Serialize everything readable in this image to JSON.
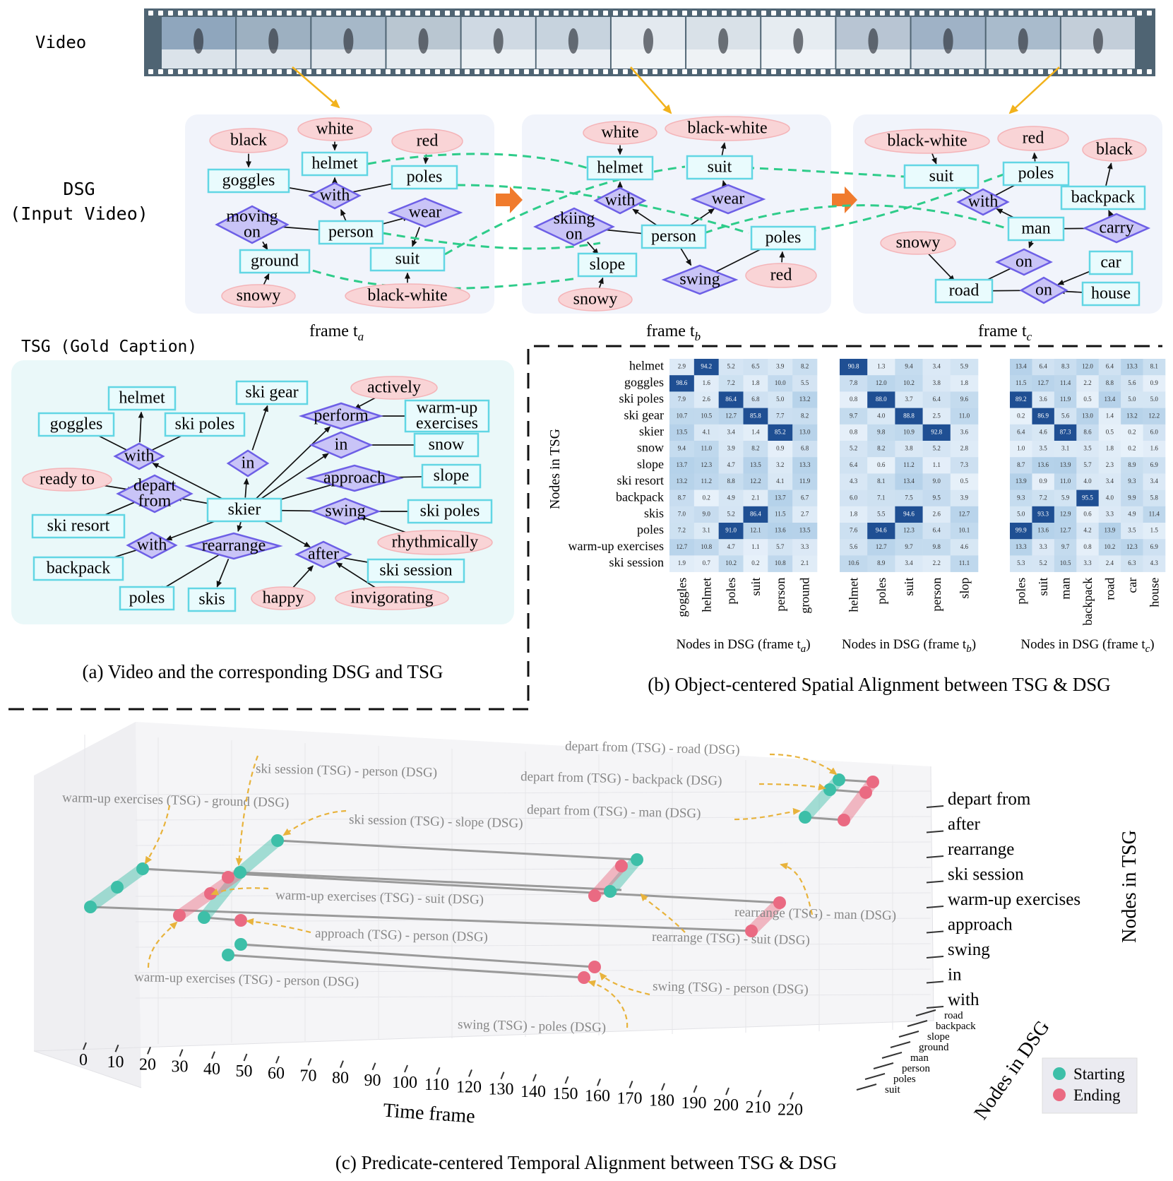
{
  "video_label": "Video",
  "dsg_label": "DSG\n(Input Video)",
  "tsg_label": "TSG (Gold Caption)",
  "frames": {
    "a": {
      "title": "frame t",
      "sub": "a",
      "nodes": [
        {
          "id": "black",
          "kind": "attr",
          "text": "black"
        },
        {
          "id": "white",
          "kind": "attr",
          "text": "white"
        },
        {
          "id": "red",
          "kind": "attr",
          "text": "red"
        },
        {
          "id": "helmet",
          "kind": "obj",
          "text": "helmet"
        },
        {
          "id": "goggles",
          "kind": "obj",
          "text": "goggles"
        },
        {
          "id": "poles",
          "kind": "obj",
          "text": "poles"
        },
        {
          "id": "with",
          "kind": "rel",
          "text": "with"
        },
        {
          "id": "movingon",
          "kind": "rel",
          "text": "moving\non"
        },
        {
          "id": "person",
          "kind": "obj",
          "text": "person"
        },
        {
          "id": "wear",
          "kind": "rel",
          "text": "wear"
        },
        {
          "id": "ground",
          "kind": "obj",
          "text": "ground"
        },
        {
          "id": "suit",
          "kind": "obj",
          "text": "suit"
        },
        {
          "id": "snowy",
          "kind": "attr",
          "text": "snowy"
        },
        {
          "id": "blackwhite",
          "kind": "attr",
          "text": "black-white"
        }
      ]
    },
    "b": {
      "title": "frame t",
      "sub": "b",
      "nodes": [
        {
          "id": "white",
          "kind": "attr",
          "text": "white"
        },
        {
          "id": "blackwhite",
          "kind": "attr",
          "text": "black-white"
        },
        {
          "id": "helmet",
          "kind": "obj",
          "text": "helmet"
        },
        {
          "id": "suit",
          "kind": "obj",
          "text": "suit"
        },
        {
          "id": "with",
          "kind": "rel",
          "text": "with"
        },
        {
          "id": "wear",
          "kind": "rel",
          "text": "wear"
        },
        {
          "id": "skiingon",
          "kind": "rel",
          "text": "skiing\non"
        },
        {
          "id": "person",
          "kind": "obj",
          "text": "person"
        },
        {
          "id": "poles",
          "kind": "obj",
          "text": "poles"
        },
        {
          "id": "slope",
          "kind": "obj",
          "text": "slope"
        },
        {
          "id": "swing",
          "kind": "rel",
          "text": "swing"
        },
        {
          "id": "red",
          "kind": "attr",
          "text": "red"
        },
        {
          "id": "snowy",
          "kind": "attr",
          "text": "snowy"
        }
      ]
    },
    "c": {
      "title": "frame t",
      "sub": "c",
      "nodes": [
        {
          "id": "blackwhite",
          "kind": "attr",
          "text": "black-white"
        },
        {
          "id": "red",
          "kind": "attr",
          "text": "red"
        },
        {
          "id": "black",
          "kind": "attr",
          "text": "black"
        },
        {
          "id": "suit",
          "kind": "obj",
          "text": "suit"
        },
        {
          "id": "poles",
          "kind": "obj",
          "text": "poles"
        },
        {
          "id": "backpack",
          "kind": "obj",
          "text": "backpack"
        },
        {
          "id": "with",
          "kind": "rel",
          "text": "with"
        },
        {
          "id": "man",
          "kind": "obj",
          "text": "man"
        },
        {
          "id": "carry",
          "kind": "rel",
          "text": "carry"
        },
        {
          "id": "snowy",
          "kind": "attr",
          "text": "snowy"
        },
        {
          "id": "on1",
          "kind": "rel",
          "text": "on"
        },
        {
          "id": "car",
          "kind": "obj",
          "text": "car"
        },
        {
          "id": "road",
          "kind": "obj",
          "text": "road"
        },
        {
          "id": "on2",
          "kind": "rel",
          "text": "on"
        },
        {
          "id": "house",
          "kind": "obj",
          "text": "house"
        }
      ]
    }
  },
  "tsg": {
    "nodes": [
      {
        "id": "helmet",
        "kind": "obj",
        "text": "helmet"
      },
      {
        "id": "skigear",
        "kind": "obj",
        "text": "ski gear"
      },
      {
        "id": "actively",
        "kind": "attr",
        "text": "actively"
      },
      {
        "id": "goggles",
        "kind": "obj",
        "text": "goggles"
      },
      {
        "id": "skipoles1",
        "kind": "obj",
        "text": "ski poles"
      },
      {
        "id": "perform",
        "kind": "rel",
        "text": "perform"
      },
      {
        "id": "warmup",
        "kind": "obj",
        "text": "warm-up\nexercises"
      },
      {
        "id": "with1",
        "kind": "rel",
        "text": "with"
      },
      {
        "id": "in",
        "kind": "rel",
        "text": "in"
      },
      {
        "id": "in2",
        "kind": "rel",
        "text": "in"
      },
      {
        "id": "snow",
        "kind": "obj",
        "text": "snow"
      },
      {
        "id": "readyto",
        "kind": "attr",
        "text": "ready to"
      },
      {
        "id": "departfrom",
        "kind": "rel",
        "text": "depart\nfrom"
      },
      {
        "id": "approach",
        "kind": "rel",
        "text": "approach"
      },
      {
        "id": "slope",
        "kind": "obj",
        "text": "slope"
      },
      {
        "id": "skiresort",
        "kind": "obj",
        "text": "ski resort"
      },
      {
        "id": "skier",
        "kind": "obj",
        "text": "skier"
      },
      {
        "id": "swing",
        "kind": "rel",
        "text": "swing"
      },
      {
        "id": "skipoles2",
        "kind": "obj",
        "text": "ski poles"
      },
      {
        "id": "with2",
        "kind": "rel",
        "text": "with"
      },
      {
        "id": "rearrange",
        "kind": "rel",
        "text": "rearrange"
      },
      {
        "id": "rhythmically",
        "kind": "attr",
        "text": "rhythmically"
      },
      {
        "id": "backpack",
        "kind": "obj",
        "text": "backpack"
      },
      {
        "id": "after",
        "kind": "rel",
        "text": "after"
      },
      {
        "id": "skisession",
        "kind": "obj",
        "text": "ski session"
      },
      {
        "id": "poles",
        "kind": "obj",
        "text": "poles"
      },
      {
        "id": "skis",
        "kind": "obj",
        "text": "skis"
      },
      {
        "id": "happy",
        "kind": "attr",
        "text": "happy"
      },
      {
        "id": "invigorating",
        "kind": "attr",
        "text": "invigorating"
      }
    ]
  },
  "caption_a": "(a) Video and the corresponding DSG and TSG",
  "caption_b": "(b) Object-centered Spatial Alignment between TSG & DSG",
  "caption_c": "(c) Predicate-centered Temporal Alignment between TSG & DSG",
  "chart_data": [
    {
      "type": "heatmap",
      "ylabel": "Nodes in TSG",
      "xlabel": "Nodes in DSG (frame t",
      "xlabel_sub": "a",
      "rows": [
        "helmet",
        "goggles",
        "ski poles",
        "ski gear",
        "skier",
        "snow",
        "slope",
        "ski resort",
        "backpack",
        "skis",
        "poles",
        "warm-up exercises",
        "ski session"
      ],
      "cols": [
        "goggles",
        "helmet",
        "poles",
        "suit",
        "person",
        "ground"
      ],
      "values": [
        [
          2.9,
          94.2,
          5.2,
          6.5,
          3.9,
          8.2
        ],
        [
          98.6,
          1.6,
          7.2,
          1.8,
          10.0,
          5.5
        ],
        [
          7.9,
          2.6,
          86.4,
          6.8,
          5.0,
          13.2
        ],
        [
          10.7,
          10.5,
          12.7,
          85.8,
          7.7,
          8.2
        ],
        [
          13.5,
          4.1,
          3.4,
          1.4,
          85.2,
          13.0
        ],
        [
          9.4,
          11.0,
          3.9,
          8.2,
          0.9,
          6.8
        ],
        [
          13.7,
          12.3,
          4.7,
          13.5,
          3.2,
          13.3
        ],
        [
          13.2,
          11.2,
          8.8,
          12.2,
          4.1,
          11.9
        ],
        [
          8.7,
          0.2,
          4.9,
          2.1,
          13.7,
          6.7
        ],
        [
          7.0,
          9.0,
          5.2,
          86.4,
          11.5,
          2.7
        ],
        [
          7.2,
          3.1,
          91.0,
          12.1,
          13.6,
          13.5
        ],
        [
          12.7,
          10.8,
          4.7,
          1.1,
          5.7,
          3.3
        ],
        [
          1.9,
          0.7,
          10.2,
          0.2,
          10.8,
          2.1
        ]
      ]
    },
    {
      "type": "heatmap",
      "xlabel": "Nodes in DSG (frame t",
      "xlabel_sub": "b",
      "cols": [
        "helmet",
        "poles",
        "suit",
        "person",
        "slop"
      ],
      "values": [
        [
          90.8,
          1.3,
          9.4,
          3.4,
          5.9
        ],
        [
          7.8,
          12.0,
          10.2,
          3.8,
          1.8
        ],
        [
          0.8,
          88.0,
          3.7,
          6.4,
          9.6
        ],
        [
          9.7,
          4.0,
          88.8,
          2.5,
          11.0
        ],
        [
          0.8,
          9.8,
          10.9,
          92.8,
          3.6
        ],
        [
          5.2,
          8.2,
          3.8,
          5.2,
          2.8
        ],
        [
          6.4,
          0.6,
          11.2,
          1.1,
          7.3
        ],
        [
          4.3,
          8.1,
          13.4,
          9.0,
          0.5
        ],
        [
          6.0,
          7.1,
          7.5,
          9.5,
          3.9
        ],
        [
          1.8,
          5.5,
          94.6,
          2.6,
          12.7
        ],
        [
          7.6,
          94.6,
          12.3,
          6.4,
          10.1
        ],
        [
          5.6,
          12.7,
          9.7,
          9.8,
          4.6
        ],
        [
          10.6,
          8.9,
          3.4,
          2.2,
          11.1
        ]
      ]
    },
    {
      "type": "heatmap",
      "xlabel": "Nodes in DSG (frame t",
      "xlabel_sub": "c",
      "cols": [
        "poles",
        "suit",
        "man",
        "backpack",
        "road",
        "car",
        "house"
      ],
      "values": [
        [
          13.4,
          6.4,
          8.3,
          12.0,
          6.4,
          13.3,
          8.1
        ],
        [
          11.5,
          12.7,
          11.4,
          2.2,
          8.8,
          5.6,
          0.9
        ],
        [
          89.2,
          3.6,
          11.9,
          0.5,
          13.4,
          5.0,
          5.0
        ],
        [
          0.2,
          86.9,
          5.6,
          13.0,
          1.4,
          13.2,
          12.2
        ],
        [
          6.4,
          4.6,
          87.3,
          8.6,
          0.5,
          0.2,
          6.0
        ],
        [
          1.0,
          3.5,
          3.1,
          3.5,
          1.8,
          0.2,
          1.6
        ],
        [
          8.7,
          13.6,
          13.9,
          5.7,
          2.3,
          8.9,
          6.9
        ],
        [
          13.9,
          0.9,
          11.0,
          4.0,
          3.4,
          9.3,
          3.4
        ],
        [
          9.3,
          7.2,
          5.9,
          95.5,
          4.0,
          9.9,
          5.8
        ],
        [
          5.0,
          93.3,
          12.9,
          0.6,
          3.3,
          4.9,
          11.4
        ],
        [
          99.9,
          13.6,
          12.7,
          4.2,
          13.9,
          3.5,
          1.5
        ],
        [
          13.3,
          3.3,
          9.7,
          0.8,
          10.2,
          12.3,
          6.9
        ],
        [
          5.3,
          5.2,
          10.5,
          3.3,
          2.4,
          6.3,
          4.3
        ]
      ]
    },
    {
      "type": "scatter",
      "xlabel": "Time frame",
      "ylabel": "Nodes in TSG",
      "zlabel": "Nodes in DSG",
      "x_ticks": [
        0,
        10,
        20,
        30,
        40,
        50,
        60,
        70,
        80,
        90,
        100,
        110,
        120,
        130,
        140,
        150,
        160,
        170,
        180,
        190,
        200,
        210,
        220
      ],
      "tsg_ticks": [
        "depart from",
        "after",
        "rearrange",
        "ski session",
        "warm-up exercises",
        "approach",
        "swing",
        "in",
        "with"
      ],
      "dsg_ticks": [
        "road",
        "backpack",
        "slope",
        "ground",
        "man",
        "person",
        "poles",
        "suit"
      ],
      "legend": [
        "Starting",
        "Ending"
      ],
      "colors": {
        "start": "#3dbfa8",
        "end": "#ea6a82"
      },
      "annotations": [
        "depart from (TSG) - road (DSG)",
        "depart from (TSG) - backpack (DSG)",
        "depart from (TSG) - man (DSG)",
        "ski session (TSG) - person (DSG)",
        "warm-up exercises (TSG) - ground (DSG)",
        "ski session (TSG) - slope (DSG)",
        "warm-up exercises (TSG) - suit (DSG)",
        "approach (TSG) - person (DSG)",
        "rearrange (TSG) - man (DSG)",
        "rearrange (TSG) - suit (DSG)",
        "warm-up exercises (TSG) - person (DSG)",
        "swing (TSG) - person (DSG)",
        "swing (TSG) - poles (DSG)"
      ]
    }
  ]
}
